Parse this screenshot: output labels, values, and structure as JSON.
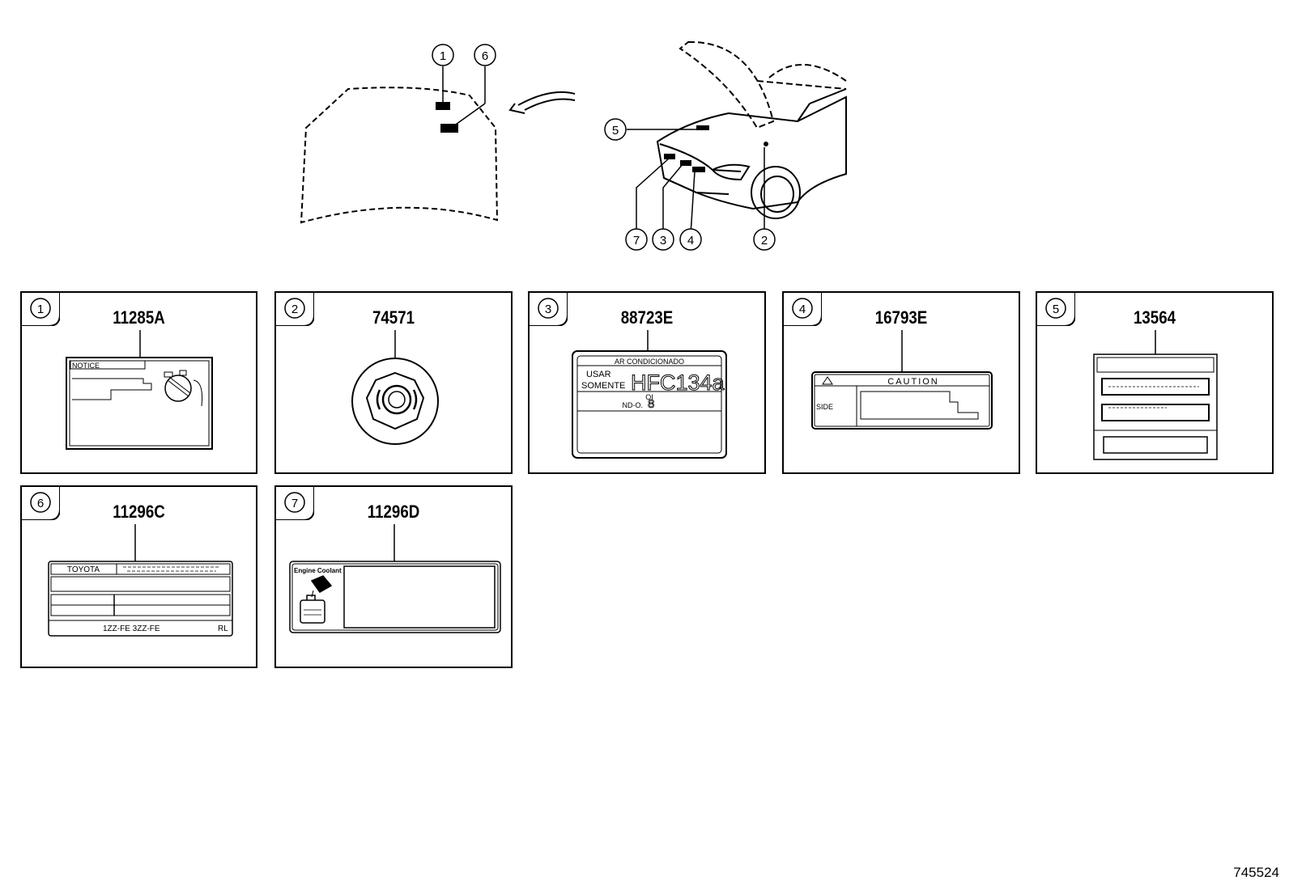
{
  "figure_id": "745524",
  "callouts": {
    "c1": "1",
    "c2": "2",
    "c3": "3",
    "c4": "4",
    "c5": "5",
    "c6": "6",
    "c7": "7"
  },
  "panels": [
    {
      "num": "1",
      "part": "11285A",
      "texts": {
        "notice": "NOTICE"
      }
    },
    {
      "num": "2",
      "part": "74571",
      "texts": {}
    },
    {
      "num": "3",
      "part": "88723E",
      "texts": {
        "ar": "AR CONDICIONADO",
        "usar": "USAR",
        "somente": "SOMENTE",
        "hfc": "HFC134a",
        "oil_a": "OI",
        "oil_b": "ND-O.",
        "oil_val": "8"
      }
    },
    {
      "num": "4",
      "part": "16793E",
      "texts": {
        "caution": "CAUTION",
        "side": "SIDE"
      }
    },
    {
      "num": "5",
      "part": "13564",
      "texts": {}
    },
    {
      "num": "6",
      "part": "11296C",
      "texts": {
        "brand": "TOYOTA",
        "engines": "1ZZ-FE   3ZZ-FE",
        "code": "RL"
      }
    },
    {
      "num": "7",
      "part": "11296D",
      "texts": {
        "title": "Engine Coolant"
      }
    }
  ]
}
